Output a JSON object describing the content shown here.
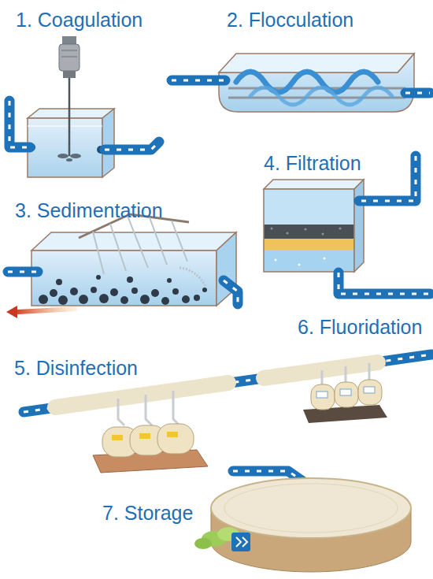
{
  "diagram": {
    "nodes": [
      {
        "text": [
          "1. Coagulation"
        ]
      },
      {
        "text": [
          "2. Flocculation"
        ]
      },
      {
        "text": [
          "3. Sedimentation"
        ]
      },
      {
        "text": [
          "4. Filtration"
        ]
      },
      {
        "text": [
          "5. Disinfection"
        ]
      },
      {
        "text": [
          "6. Fluoridation"
        ]
      },
      {
        "text": [
          "7. Storage"
        ]
      }
    ]
  }
}
